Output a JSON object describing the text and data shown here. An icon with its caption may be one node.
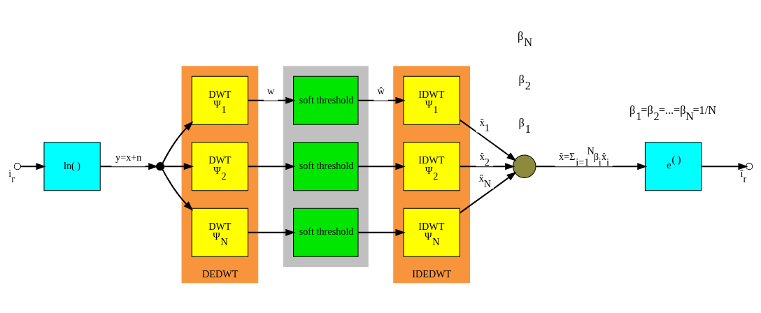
{
  "diagram": {
    "nodes": [
      {
        "text": [],
        "shape": "circle",
        "beside": [
          "i$_{r}$"
        ]
      },
      {
        "text": [
          "ln( )"
        ]
      },
      {
        "text": [],
        "shape": "circle"
      },
      {
        "text": [
          "DEDWT"
        ]
      },
      {
        "text": [
          "DWT",
          "Ψ$_{1}$"
        ],
        "in": 3
      },
      {
        "text": [
          "DWT",
          "Ψ$_{2}$"
        ],
        "in": 3
      },
      {
        "text": [
          "DWT",
          "Ψ$_{N}$"
        ],
        "in": 3
      },
      {
        "text": [],
        "shape": "band"
      },
      {
        "text": [
          "soft threshold"
        ],
        "in": 7
      },
      {
        "text": [
          "soft threshold"
        ],
        "in": 7
      },
      {
        "text": [
          "soft threshold"
        ],
        "in": 7
      },
      {
        "text": [
          "IDEDWT"
        ]
      },
      {
        "text": [
          "IDWT",
          "Ψ$_{1}$"
        ],
        "in": 11
      },
      {
        "text": [
          "IDWT",
          "Ψ$_{2}$"
        ],
        "in": 11
      },
      {
        "text": [
          "IDWT",
          "Ψ$_{N}$"
        ],
        "in": 11
      },
      {
        "text": [],
        "shape": "circle"
      },
      {
        "text": [
          "e$^{( )}$"
        ]
      },
      {
        "text": [],
        "shape": "circle",
        "beside": [
          "î$_{r}$"
        ]
      }
    ],
    "edges": [
      {
        "from": 0,
        "to": 1,
        "arrow": "to"
      },
      {
        "from": 1,
        "to": 2,
        "arrow": "to",
        "label": "y=x+n"
      },
      {
        "from": 2,
        "to": 4,
        "arrow": "to"
      },
      {
        "from": 2,
        "to": 5,
        "arrow": "to"
      },
      {
        "from": 2,
        "to": 6,
        "arrow": "to"
      },
      {
        "from": 4,
        "to": 8,
        "arrow": "to",
        "label": "w"
      },
      {
        "from": 5,
        "to": 9,
        "arrow": "to"
      },
      {
        "from": 6,
        "to": 10,
        "arrow": "to"
      },
      {
        "from": 8,
        "to": 12,
        "arrow": "to",
        "label": "ŵ"
      },
      {
        "from": 9,
        "to": 13,
        "arrow": "to"
      },
      {
        "from": 10,
        "to": 14,
        "arrow": "to"
      },
      {
        "from": 12,
        "to": 15,
        "arrow": "to",
        "label": "x̂$_{1}$"
      },
      {
        "from": 13,
        "to": 15,
        "arrow": "to",
        "label": "x̂$_{2}$"
      },
      {
        "from": 14,
        "to": 15,
        "arrow": "to",
        "label": "x̂$_{N}$"
      },
      {
        "from": 15,
        "to": 16,
        "arrow": "to",
        "label": "x̂=Σ$_{i=1}$$^{N}$β$_{i}$x̂$_{i}$"
      },
      {
        "from": 16,
        "to": 17,
        "arrow": "to"
      }
    ],
    "labels": [
      "β$_{1}$",
      "β$_{2}$",
      "β$_{N}$",
      "β$_{1}$=β$_{2}$=...=β$_{N}$=1/N"
    ]
  }
}
